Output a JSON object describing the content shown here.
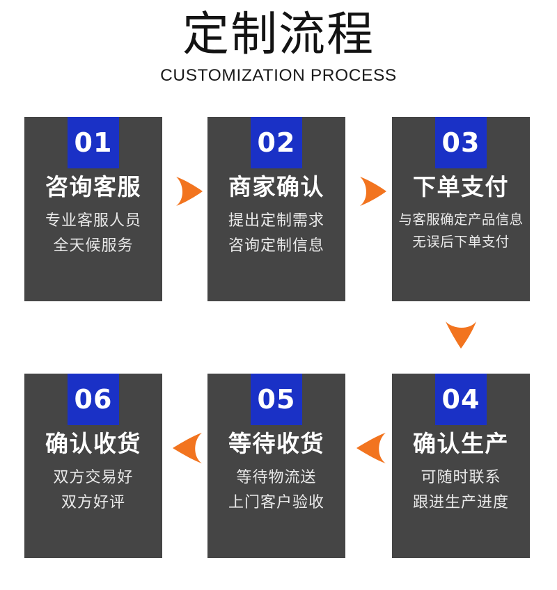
{
  "header": {
    "title": "定制流程",
    "subtitle": "CUSTOMIZATION PROCESS"
  },
  "colors": {
    "card_bg": "#454545",
    "number_badge": "#1a31c6",
    "arrow": "#f2741f",
    "page_bg": "#ffffff",
    "title_text": "#131313",
    "card_title_text": "#ffffff",
    "card_body_text": "#e9e9e9"
  },
  "steps": [
    {
      "number": "01",
      "title": "咨询客服",
      "lines": [
        "专业客服人员",
        "全天候服务"
      ]
    },
    {
      "number": "02",
      "title": "商家确认",
      "lines": [
        "提出定制需求",
        "咨询定制信息"
      ]
    },
    {
      "number": "03",
      "title": "下单支付",
      "lines": [
        "与客服确定产品信息",
        "无误后下单支付"
      ]
    },
    {
      "number": "04",
      "title": "确认生产",
      "lines": [
        "可随时联系",
        "跟进生产进度"
      ]
    },
    {
      "number": "05",
      "title": "等待收货",
      "lines": [
        "等待物流送",
        "上门客户验收"
      ]
    },
    {
      "number": "06",
      "title": "确认收货",
      "lines": [
        "双方交易好",
        "双方好评"
      ]
    }
  ],
  "arrows": [
    {
      "name": "arrow-step-01-to-02",
      "direction": "right"
    },
    {
      "name": "arrow-step-02-to-03",
      "direction": "right"
    },
    {
      "name": "arrow-step-03-to-04",
      "direction": "down"
    },
    {
      "name": "arrow-step-04-to-05",
      "direction": "left"
    },
    {
      "name": "arrow-step-05-to-06",
      "direction": "left"
    }
  ]
}
